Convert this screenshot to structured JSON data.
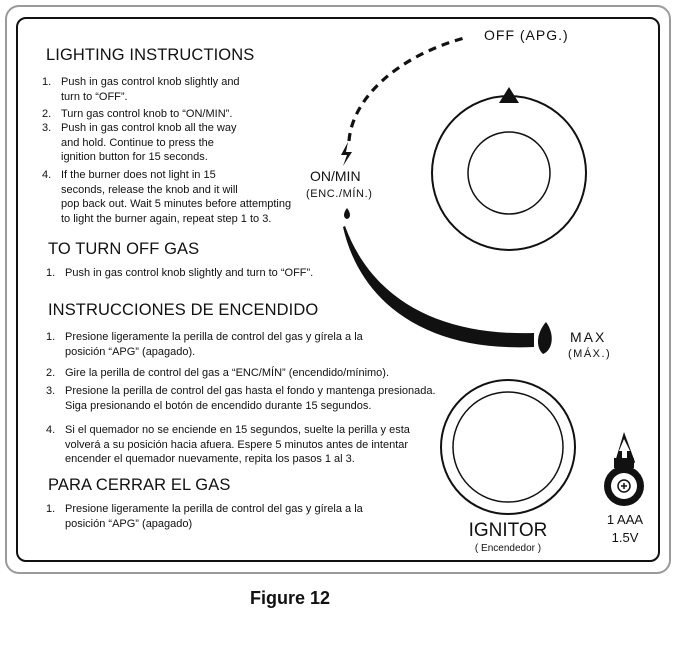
{
  "lighting": {
    "heading": "LIGHTING INSTRUCTIONS",
    "steps": [
      {
        "num": "1.",
        "lines": [
          "Push in gas control knob slightly and",
          "turn to “OFF”."
        ]
      },
      {
        "num": "2.",
        "lines": [
          "Turn gas control knob to “ON/MIN”."
        ]
      },
      {
        "num": "3.",
        "lines": [
          "Push in gas control knob all the way",
          "and hold. Continue to press the",
          "ignition button for 15 seconds."
        ]
      },
      {
        "num": "4.",
        "lines": [
          "If the burner does not light in 15",
          "seconds, release the knob and it will",
          "pop back out. Wait 5 minutes before attempting",
          "to light the burner again, repeat step 1 to 3."
        ]
      }
    ]
  },
  "turn_off": {
    "heading": "TO TURN OFF GAS",
    "steps": [
      {
        "num": "1.",
        "lines": [
          "Push in gas control knob slightly and turn to “OFF”."
        ]
      }
    ]
  },
  "instrucciones": {
    "heading": "INSTRUCCIONES DE ENCENDIDO",
    "steps": [
      {
        "num": "1.",
        "lines": [
          "Presione ligeramente la perilla de control del gas y gírela a la",
          "posición “APG” (apagado)."
        ]
      },
      {
        "num": "2.",
        "lines": [
          "Gire la perilla de control del gas a “ENC/MÍN” (encendido/mínimo)."
        ]
      },
      {
        "num": "3.",
        "lines": [
          "Presione la perilla de control del gas hasta el fondo y mantenga presionada.",
          "Siga presionando el botón de encendido durante 15 segundos."
        ]
      },
      {
        "num": "4.",
        "lines": [
          "Si el quemador no se enciende en 15 segundos, suelte la perilla y esta",
          "volverá a su posición hacia afuera. Espere 5 minutos antes de intentar",
          "encender el quemador nuevamente, repita los pasos 1 al 3."
        ]
      }
    ]
  },
  "cerrar": {
    "heading": "PARA CERRAR EL GAS",
    "steps": [
      {
        "num": "1.",
        "lines": [
          "Presione ligeramente la perilla de control del gas y gírela a la",
          "posición “APG” (apagado)"
        ]
      }
    ]
  },
  "dial": {
    "off_label": "OFF  (APG.)",
    "on_min_label": "ON/MIN",
    "on_min_sub": "(ENC./MÍN.)",
    "max_label": "MAX",
    "max_sub": "(MÁX.)"
  },
  "ignitor": {
    "label": "IGNITOR",
    "sub": "( Encendedor )"
  },
  "battery": {
    "type": "1 AAA",
    "voltage": "1.5V"
  },
  "figure_caption": "Figure 12"
}
